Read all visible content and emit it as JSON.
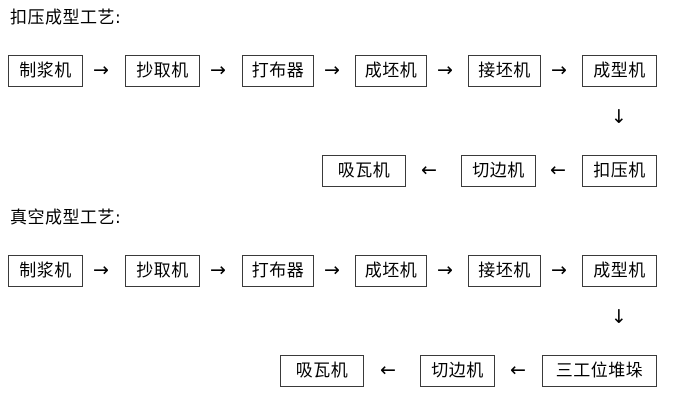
{
  "diagrams": [
    {
      "title": "扣压成型工艺:",
      "row1": [
        {
          "label": "制浆机"
        },
        {
          "label": "抄取机"
        },
        {
          "label": "打布器"
        },
        {
          "label": "成坯机"
        },
        {
          "label": "接坯机"
        },
        {
          "label": "成型机"
        }
      ],
      "row1_arrows": [
        "→",
        "→",
        "→",
        "→",
        "→"
      ],
      "down_arrow": "↓",
      "row2": [
        {
          "label": "吸瓦机"
        },
        {
          "label": "切边机"
        },
        {
          "label": "扣压机"
        }
      ],
      "row2_arrows": [
        "←",
        "←"
      ]
    },
    {
      "title": "真空成型工艺:",
      "row1": [
        {
          "label": "制浆机"
        },
        {
          "label": "抄取机"
        },
        {
          "label": "打布器"
        },
        {
          "label": "成坯机"
        },
        {
          "label": "接坯机"
        },
        {
          "label": "成型机"
        }
      ],
      "row1_arrows": [
        "→",
        "→",
        "→",
        "→",
        "→"
      ],
      "down_arrow": "↓",
      "row2": [
        {
          "label": "吸瓦机"
        },
        {
          "label": "切边机"
        },
        {
          "label": "三工位堆垛"
        }
      ],
      "row2_arrows": [
        "←",
        "←"
      ]
    }
  ],
  "colors": {
    "border": "#3a3a3a",
    "text": "#000000",
    "background": "#ffffff"
  }
}
